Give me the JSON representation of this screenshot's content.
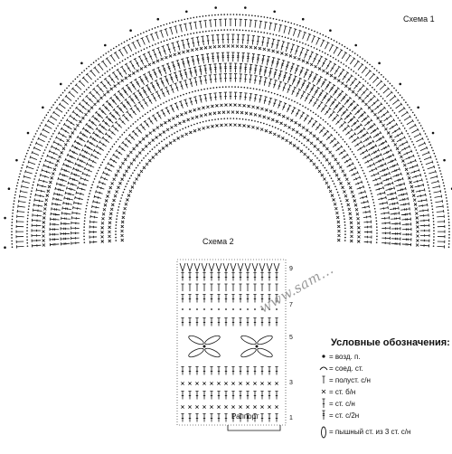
{
  "titles": {
    "scheme1": "Схема 1",
    "scheme2": "Схема 2",
    "rapport": "Раппорт"
  },
  "watermark": "www.sam...",
  "scheme2_row_numbers": [
    "9",
    "7",
    "5",
    "3",
    "1"
  ],
  "legend": {
    "title": "Условные обозначения:",
    "items": [
      {
        "icon": "filled-dot-icon",
        "label": "= возд. п."
      },
      {
        "icon": "arc-icon",
        "label": "= соед. ст."
      },
      {
        "icon": "t-stitch-icon",
        "label": "= полуст. с/н"
      },
      {
        "icon": "cross-icon",
        "label": "= ст. б/н"
      },
      {
        "icon": "single-bar-stitch-icon",
        "label": "= ст. с/н"
      },
      {
        "icon": "double-bar-stitch-icon",
        "label": "= ст. с/2н"
      },
      {
        "icon": "puff-stitch-icon",
        "label": "= пышный ст. из 3 ст. с/н"
      }
    ]
  }
}
